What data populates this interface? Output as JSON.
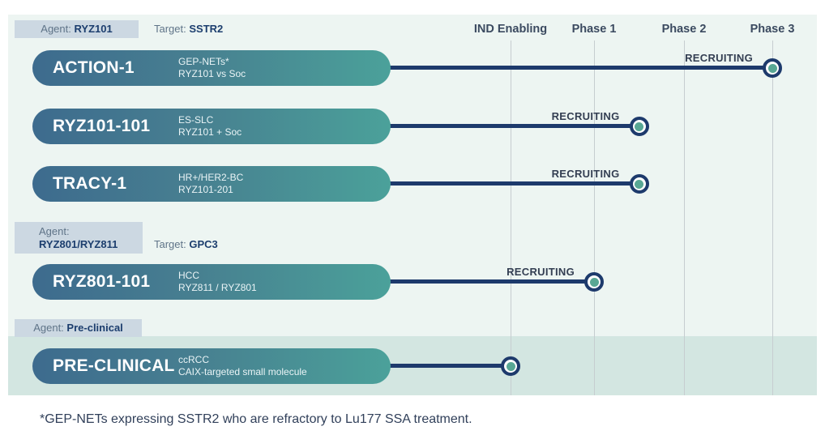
{
  "header": {
    "phases": [
      "IND Enabling",
      "Phase 1",
      "Phase 2",
      "Phase 3"
    ]
  },
  "sections": [
    {
      "agent_label": "Agent:",
      "agent_value": "RYZ101",
      "target_label": "Target:",
      "target_value": "SSTR2"
    },
    {
      "agent_label": "Agent:",
      "agent_value": "RYZ801/RYZ811",
      "target_label": "Target:",
      "target_value": "GPC3"
    },
    {
      "agent_label": "Agent:",
      "agent_value": "Pre-clinical"
    }
  ],
  "rows": [
    {
      "program": "ACTION-1",
      "indication": "GEP-NETs*",
      "detail": "RYZ101 vs Soc",
      "status": "RECRUITING"
    },
    {
      "program": "RYZ101-101",
      "indication": "ES-SLC",
      "detail": "RYZ101 + Soc",
      "status": "RECRUITING"
    },
    {
      "program": "TRACY-1",
      "indication": "HR+/HER2-BC",
      "detail": "RYZ101-201",
      "status": "RECRUITING"
    },
    {
      "program": "RYZ801-101",
      "indication": "HCC",
      "detail": "RYZ811 / RYZ801",
      "status": "RECRUITING"
    },
    {
      "program": "PRE-CLINICAL",
      "indication": "ccRCC",
      "detail": "CAIX-targeted small molecule",
      "status": ""
    }
  ],
  "footnote": "*GEP-NETs expressing SSTR2 who are refractory to Lu177 SSA treatment.",
  "chart_data": {
    "type": "bar",
    "orientation": "horizontal",
    "title": "",
    "x_ticks": [
      "IND Enabling",
      "Phase 1",
      "Phase 2",
      "Phase 3"
    ],
    "categories": [
      "ACTION-1",
      "RYZ101-101",
      "TRACY-1",
      "RYZ801-101",
      "PRE-CLINICAL"
    ],
    "progress": [
      4,
      2.5,
      2.5,
      2,
      1
    ],
    "progress_scale_note": "1 = IND Enabling, 2 = Phase 1, 3 = Phase 2, 4 = Phase 3; marker shows furthest development point reached",
    "statuses": [
      "RECRUITING",
      "RECRUITING",
      "RECRUITING",
      "RECRUITING",
      ""
    ],
    "grid": true,
    "legend": false
  },
  "colors": {
    "chart_background": "#edf5f2",
    "preclinical_band": "#d3e6e1",
    "agent_chip": "#ccd8e2",
    "pill_gradient_start": "#3d6b8e",
    "pill_gradient_end": "#4ba19a",
    "timeline_navy": "#1d3a6c",
    "marker_dot_teal": "#58a794",
    "gridline": "#c6cdd0",
    "value_text_navy": "#1c3e6e",
    "muted_label": "#5f7488"
  }
}
